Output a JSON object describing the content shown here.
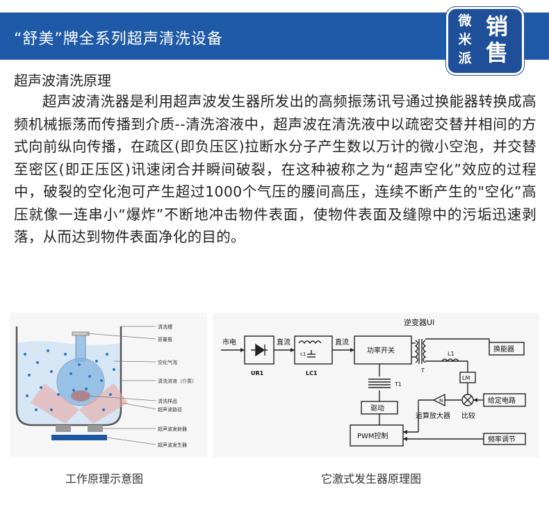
{
  "header": {
    "title": "“舒美”牌全系列超声清洗设备"
  },
  "logo": {
    "col1": [
      "微",
      "米",
      "派"
    ],
    "col2": [
      "销",
      "售"
    ]
  },
  "section": {
    "title": "超声波清洗原理",
    "body": "超声波清洗器是利用超声波发生器所发出的高频振荡讯号通过换能器转换成高频机械振荡而传播到介质--清洗溶液中，超声波在清洗液中以疏密交替并相间的方式向前纵向传播，在疏区(即负压区)拉断水分子产生数以万计的微小空泡，并交替至密区(即正压区)讯速闭合并瞬间破裂，在这种被称之为“超声空化”效应的过程中，破裂的空化泡可产生超过1000个气压的腰间高压，连续不断产生的\"空化”高压就像一连串小“爆炸”不断地冲击物件表面，使物件表面及缝隙中的污垢迅速剥落，从而达到物件表面净化的目的。"
  },
  "left_diagram": {
    "caption": "工作原理示意图",
    "labels": [
      "清洗槽",
      "容量瓶",
      "空化气泡",
      "清洗溶液（介质）",
      "清洗样品",
      "超声波路径",
      "超声波发射器",
      "超声波发生器"
    ]
  },
  "right_diagram": {
    "caption": "它激式发生器原理图",
    "title": "逆变器UI",
    "mains": "市电",
    "dc1": "直流",
    "dc2": "直流",
    "ur": "UR1",
    "lc": "LC1",
    "c1": "c1",
    "power_switch": "功率开关",
    "transducer": "换能器",
    "l1": "L1",
    "t_top": "T",
    "t1": "T1",
    "lm": "LM",
    "n": "N",
    "drive": "驱动",
    "opamp": "运算放大器",
    "compare": "比较",
    "setpoint": "给定电路",
    "pwm": "PWM控制",
    "freq": "频率调节"
  },
  "colors": {
    "header": "#1f5aa8",
    "logo": "#1e4f98",
    "liquid": "#bcd9f2",
    "bubble": "#2878c8",
    "sample": "#e8a9a3",
    "generator": "#1d56a3"
  }
}
